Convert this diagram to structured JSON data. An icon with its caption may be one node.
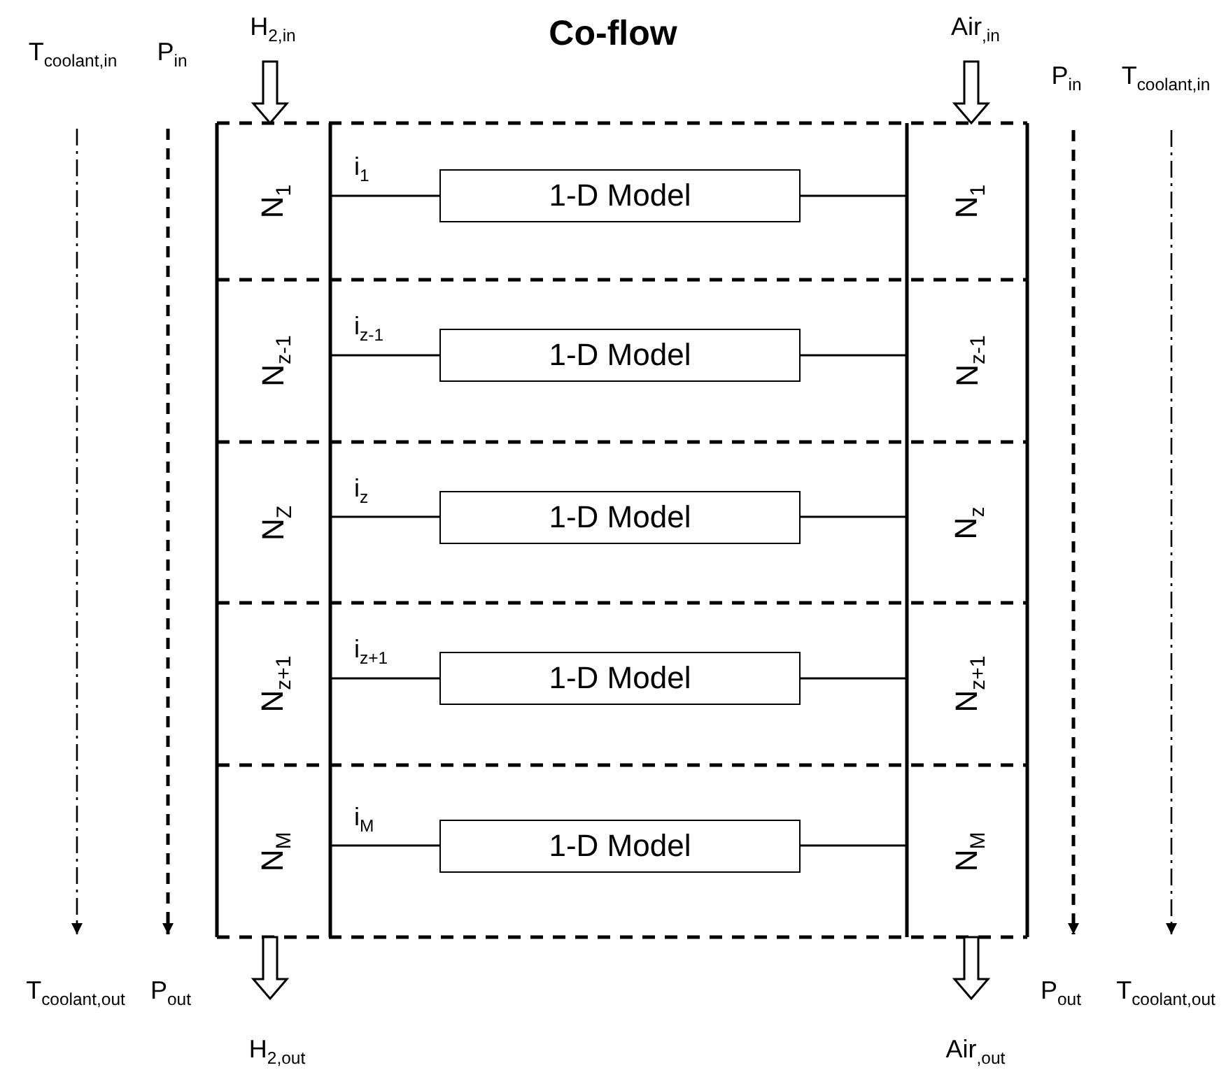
{
  "diagram": {
    "title": "Co-flow",
    "nodes": [
      {
        "text": [
          "T$_{coolant,in}$"
        ]
      },
      {
        "text": [
          "P$_{in}$"
        ]
      },
      {
        "text": [
          "H$_{2,in}$"
        ]
      },
      {
        "text": [
          "Air$_{,in}$"
        ]
      },
      {
        "text": [
          "P$_{in}$"
        ]
      },
      {
        "text": [
          "T$_{coolant,in}$"
        ]
      },
      {
        "text": [
          "N$_{1}$"
        ]
      },
      {
        "text": [
          "1-D Model"
        ]
      },
      {
        "text": [
          "N$_{1}$"
        ]
      },
      {
        "text": [
          "N$_{z-1}$"
        ]
      },
      {
        "text": [
          "1-D Model"
        ]
      },
      {
        "text": [
          "N$_{z-1}$"
        ]
      },
      {
        "text": [
          "N$_{Z}$"
        ]
      },
      {
        "text": [
          "1-D Model"
        ]
      },
      {
        "text": [
          "N$_{z}$"
        ]
      },
      {
        "text": [
          "N$_{z+1}$"
        ]
      },
      {
        "text": [
          "1-D Model"
        ]
      },
      {
        "text": [
          "N$_{z+1}$"
        ]
      },
      {
        "text": [
          "N$_{M}$"
        ]
      },
      {
        "text": [
          "1-D Model"
        ]
      },
      {
        "text": [
          "N$_{M}$"
        ]
      },
      {
        "text": [
          "T$_{coolant,out}$"
        ]
      },
      {
        "text": [
          "P$_{out}$"
        ]
      },
      {
        "text": [
          "H$_{2,out}$"
        ]
      },
      {
        "text": [
          "Air$_{,out}$"
        ]
      },
      {
        "text": [
          "P$_{out}$"
        ]
      },
      {
        "text": [
          "T$_{coolant,out}$"
        ]
      }
    ],
    "edges": [
      {
        "from": 0,
        "to": 21,
        "arrow": "to",
        "style": "dashed"
      },
      {
        "from": 1,
        "to": 22,
        "arrow": "to",
        "style": "dashed"
      },
      {
        "from": 2,
        "to": 6,
        "arrow": "to",
        "style": "thick"
      },
      {
        "from": 3,
        "to": 8,
        "arrow": "to",
        "style": "thick"
      },
      {
        "from": 4,
        "to": 25,
        "arrow": "to",
        "style": "dashed"
      },
      {
        "from": 5,
        "to": 26,
        "arrow": "to",
        "style": "dashed"
      },
      {
        "from": 6,
        "to": 7,
        "arrow": "none",
        "label": "i$_{1}$"
      },
      {
        "from": 7,
        "to": 8,
        "arrow": "none"
      },
      {
        "from": 9,
        "to": 10,
        "arrow": "none",
        "label": "i$_{z-1}$"
      },
      {
        "from": 10,
        "to": 11,
        "arrow": "none"
      },
      {
        "from": 12,
        "to": 13,
        "arrow": "none",
        "label": "i$_{z}$"
      },
      {
        "from": 13,
        "to": 14,
        "arrow": "none"
      },
      {
        "from": 15,
        "to": 16,
        "arrow": "none",
        "label": "i$_{z+1}$"
      },
      {
        "from": 16,
        "to": 17,
        "arrow": "none"
      },
      {
        "from": 18,
        "to": 19,
        "arrow": "none",
        "label": "i$_{M}$"
      },
      {
        "from": 19,
        "to": 20,
        "arrow": "none"
      },
      {
        "from": 18,
        "to": 23,
        "arrow": "to",
        "style": "thick"
      },
      {
        "from": 20,
        "to": 24,
        "arrow": "to",
        "style": "thick"
      }
    ]
  }
}
